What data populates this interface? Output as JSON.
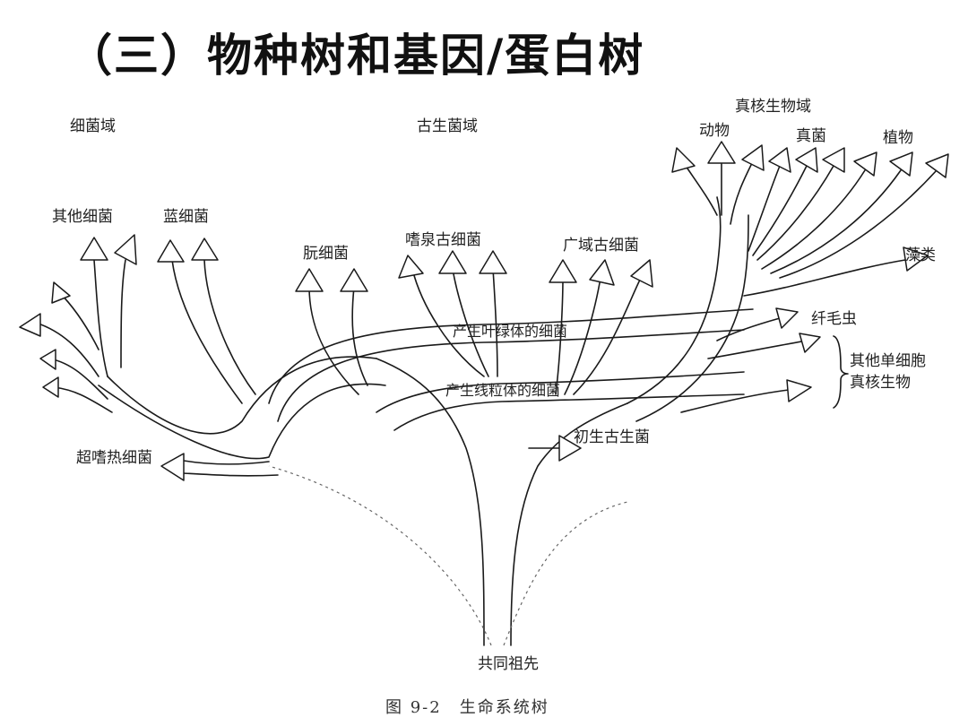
{
  "title": "（三）物种树和基因/蛋白树",
  "domains": {
    "bacteria": "细菌域",
    "archaea": "古生菌域",
    "eukarya": "真核生物域"
  },
  "groups": {
    "other_bacteria": "其他细菌",
    "cyanobacteria": "蓝细菌",
    "hyperthermophiles": "超嗜热细菌",
    "thermoproteus": "朊细菌",
    "crenarchaeota": "嗜泉古细菌",
    "euryarchaeota": "广域古细菌",
    "korarchaeota": "初生古生菌",
    "animals": "动物",
    "fungi": "真菌",
    "plants": "植物",
    "algae": "藻类",
    "ciliates": "纤毛虫",
    "other_eukaryotes_line1": "其他单细胞",
    "other_eukaryotes_line2": "真核生物"
  },
  "transfers": {
    "chloroplast": "产生叶绿体的细菌",
    "mitochondria": "产生线粒体的细菌"
  },
  "root": "共同祖先",
  "caption": "图 9-2　生命系统树"
}
